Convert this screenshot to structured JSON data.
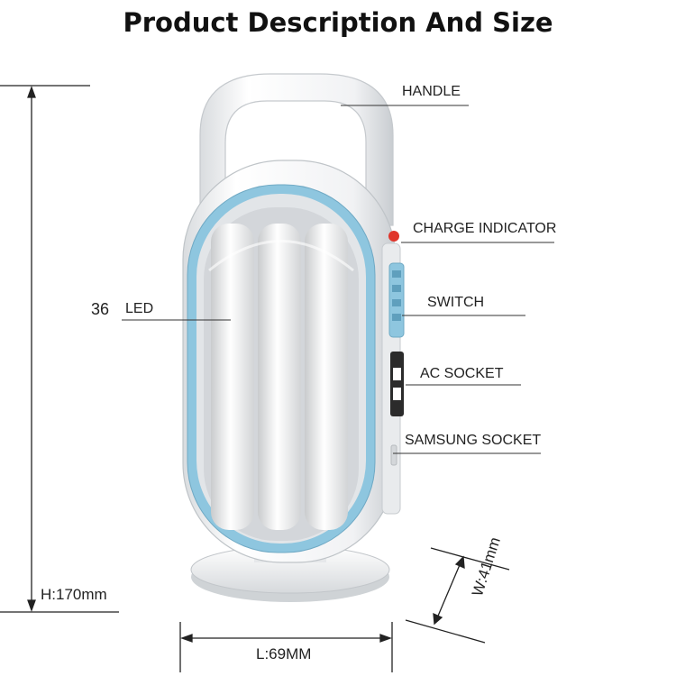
{
  "title": "Product Description And Size",
  "callouts": {
    "handle": "HANDLE",
    "charge_indicator": "CHARGE INDICATOR",
    "switch": "SWITCH",
    "ac_socket": "AC SOCKET",
    "samsung_socket": "SAMSUNG SOCKET",
    "led_count": "36",
    "led": "LED"
  },
  "dimensions": {
    "height": "H:170mm",
    "length": "L:69MM",
    "width": "W:41mm"
  },
  "colors": {
    "body": "#f3f4f5",
    "trim": "#8ec6df",
    "indicator": "#e0352b"
  }
}
